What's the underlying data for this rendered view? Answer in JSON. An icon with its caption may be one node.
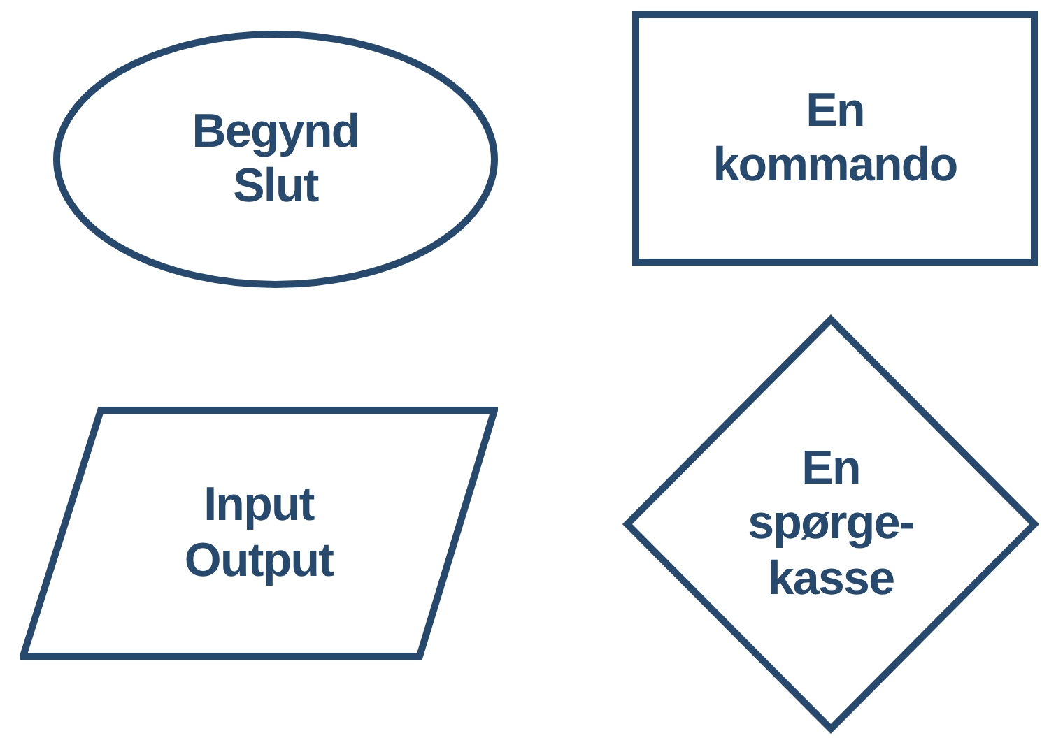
{
  "diagram": {
    "nodes": [
      {
        "text": [
          "Begynd",
          "Slut"
        ]
      },
      {
        "text": [
          "En kommando"
        ]
      },
      {
        "text": [
          "Input",
          "Output"
        ]
      },
      {
        "text": [
          "En spørge- kasse"
        ]
      }
    ]
  }
}
